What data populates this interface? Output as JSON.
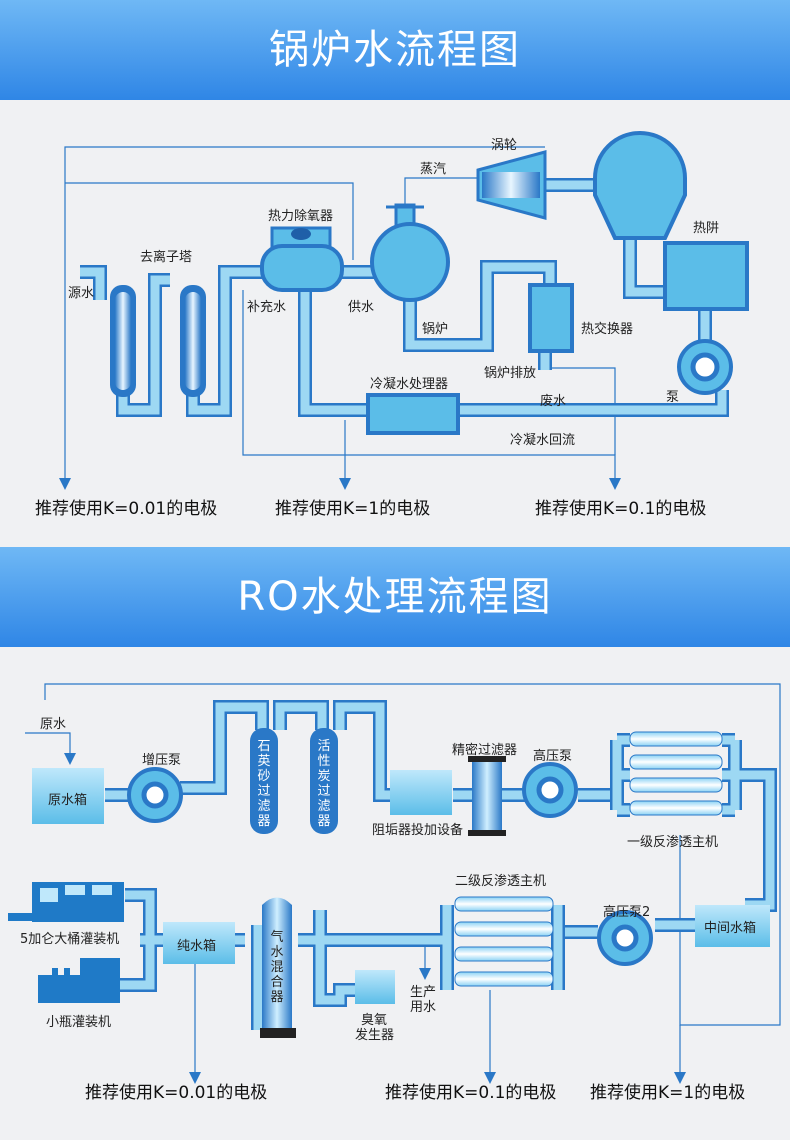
{
  "boiler": {
    "title": "锅炉水流程图",
    "labels": {
      "turbine": "涡轮",
      "steam": "蒸汽",
      "deaerator": "热力除氧器",
      "deion_tower": "去离子塔",
      "raw_water": "源水",
      "makeup_water": "补充水",
      "feed_water": "供水",
      "boiler": "锅炉",
      "heat_exchanger": "热交换器",
      "hot_well": "热阱",
      "blowdown": "锅炉排放",
      "waste_water": "废水",
      "pump": "泵",
      "condensate_treatment": "冷凝水处理器",
      "condensate_return": "冷凝水回流"
    },
    "recommendations": [
      "推荐使用K=0.01的电极",
      "推荐使用K=1的电极",
      "推荐使用K=0.1的电极"
    ]
  },
  "ro": {
    "title": "RO水处理流程图",
    "labels": {
      "raw_water": "原水",
      "raw_tank": "原水箱",
      "booster_pump": "增压泵",
      "quartz_filter": "石英砂过滤器",
      "carbon_filter": "活性炭过滤器",
      "antiscalant": "阻垢器投加设备",
      "precision_filter": "精密过滤器",
      "hp_pump": "高压泵",
      "first_ro": "一级反渗透主机",
      "second_ro": "二级反渗透主机",
      "hp_pump2": "高压泵2",
      "mid_tank": "中间水箱",
      "barrel_filler": "5加仑大桶灌装机",
      "bottle_filler": "小瓶灌装机",
      "pure_tank": "纯水箱",
      "gas_mixer": "气水混合器",
      "ozone_line1": "臭氧",
      "ozone_line2": "发生器",
      "production_line1": "生产",
      "production_line2": "用水"
    },
    "recommendations": [
      "推荐使用K=0.01的电极",
      "推荐使用K=0.1的电极",
      "推荐使用K=1的电极"
    ]
  },
  "colors": {
    "pipe": "#6cc3ec",
    "pipe_edge": "#2a78c7",
    "tank_fill": "#5bbde8",
    "banner": "#3a8fe8"
  }
}
